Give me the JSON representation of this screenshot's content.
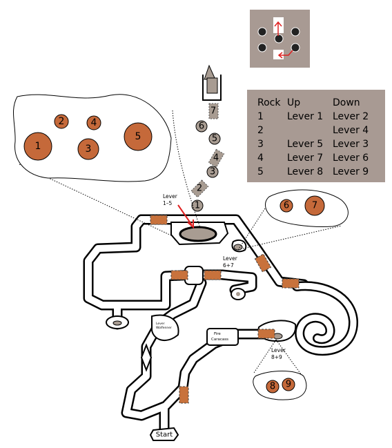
{
  "colors": {
    "door": "#c8723c",
    "rock_brown": "#c5693a",
    "rock_grey": "#a89c92",
    "table_bg": "#a89a93",
    "puzzle_bg": "#a89a93",
    "arrow_red": "#e02020"
  },
  "labels": {
    "lever_1_5": [
      "Lever",
      "1–5"
    ],
    "lever_6_7": [
      "Lever",
      "6+7"
    ],
    "lever_8_9": [
      "Lever",
      "8+9"
    ],
    "lever_wolf": [
      "Lever",
      "Wolfenner"
    ],
    "fire_caracass": [
      "Fire",
      "Caracass"
    ],
    "start": "Start"
  },
  "table": {
    "headers": [
      "Rock",
      "Up",
      "Down"
    ],
    "rows": [
      {
        "rock": "1",
        "up": "Lever 1",
        "down": "Lever 2"
      },
      {
        "rock": "2",
        "up": "",
        "down": "Lever 4"
      },
      {
        "rock": "3",
        "up": "Lever 5",
        "down": "Lever 3"
      },
      {
        "rock": "4",
        "up": "Lever 7",
        "down": "Lever 6"
      },
      {
        "rock": "5",
        "up": "Lever 8",
        "down": "Lever 9"
      }
    ]
  },
  "rocks": {
    "top_left": [
      "1",
      "2",
      "3",
      "4",
      "5"
    ],
    "right": [
      "6",
      "7"
    ],
    "bottom": [
      "8",
      "9"
    ],
    "path": [
      "7",
      "6",
      "5",
      "4",
      "3",
      "2",
      "1"
    ]
  },
  "icons": [
    "red-arrow-icon",
    "tower-icon",
    "spiral-shell"
  ]
}
